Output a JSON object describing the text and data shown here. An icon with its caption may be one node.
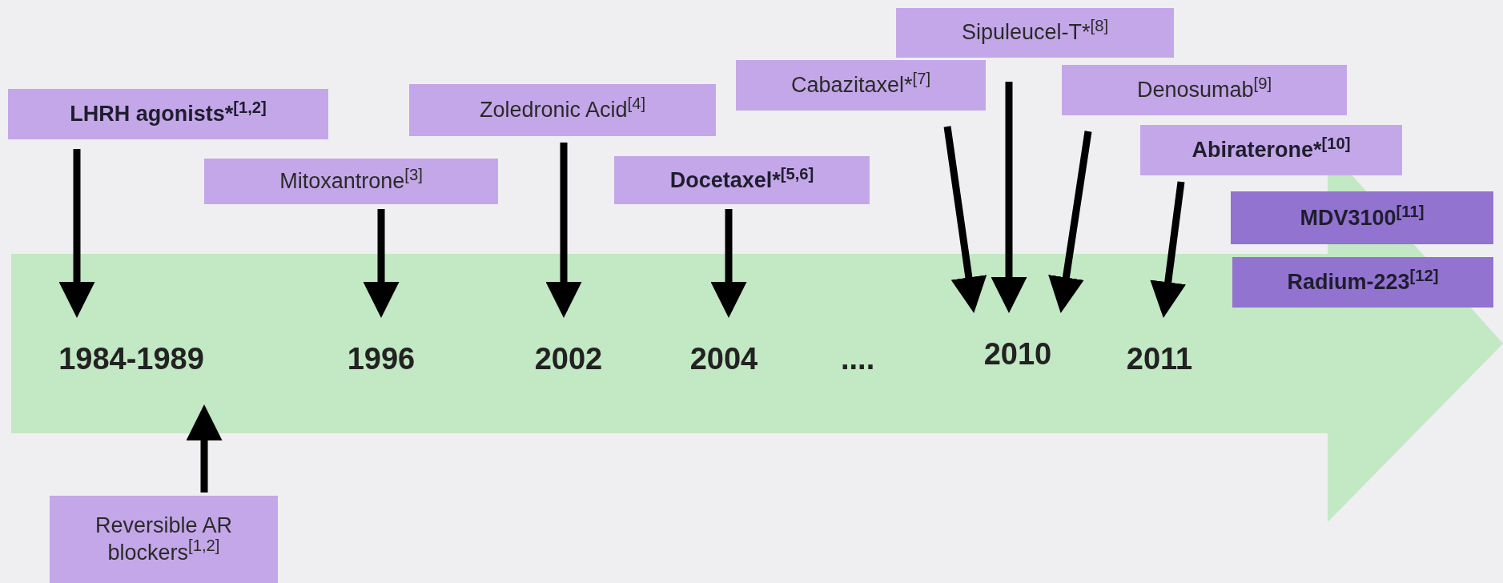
{
  "diagram": {
    "nodes": [
      {
        "text": [
          "LHRH agonists*$^{[1,2]}$"
        ]
      },
      {
        "text": [
          "Mitoxantrone$^{[3]}$"
        ]
      },
      {
        "text": [
          "Zoledronic Acid$^{[4]}$"
        ]
      },
      {
        "text": [
          "Docetaxel*$^{[5,6]}$"
        ]
      },
      {
        "text": [
          "Cabazitaxel*$^{[7]}$"
        ]
      },
      {
        "text": [
          "Sipuleucel-T*$^{[8]}$"
        ]
      },
      {
        "text": [
          "Denosumab$^{[9]}$"
        ]
      },
      {
        "text": [
          "Abiraterone*$^{[10]}$"
        ]
      },
      {
        "text": [
          "MDV3100$^{[11]}$"
        ]
      },
      {
        "text": [
          "Radium-223$^{[12]}$"
        ]
      },
      {
        "text": [
          "Reversible AR blockers$^{[1,2]}$"
        ]
      },
      {
        "text": [
          "1984-1989"
        ]
      },
      {
        "text": [
          "1996"
        ]
      },
      {
        "text": [
          "2002"
        ]
      },
      {
        "text": [
          "2004"
        ]
      },
      {
        "text": [
          "2010"
        ]
      },
      {
        "text": [
          "2011"
        ]
      }
    ],
    "edges": [
      {
        "from": 0,
        "to": 11,
        "arrow": "to"
      },
      {
        "from": 1,
        "to": 12,
        "arrow": "to"
      },
      {
        "from": 2,
        "to": 13,
        "arrow": "to"
      },
      {
        "from": 3,
        "to": 14,
        "arrow": "to"
      },
      {
        "from": 4,
        "to": 15,
        "arrow": "to"
      },
      {
        "from": 5,
        "to": 15,
        "arrow": "to"
      },
      {
        "from": 6,
        "to": 15,
        "arrow": "to"
      },
      {
        "from": 7,
        "to": 16,
        "arrow": "to"
      },
      {
        "from": 10,
        "to": 11,
        "arrow": "to"
      }
    ],
    "labels": [
      "...."
    ]
  }
}
